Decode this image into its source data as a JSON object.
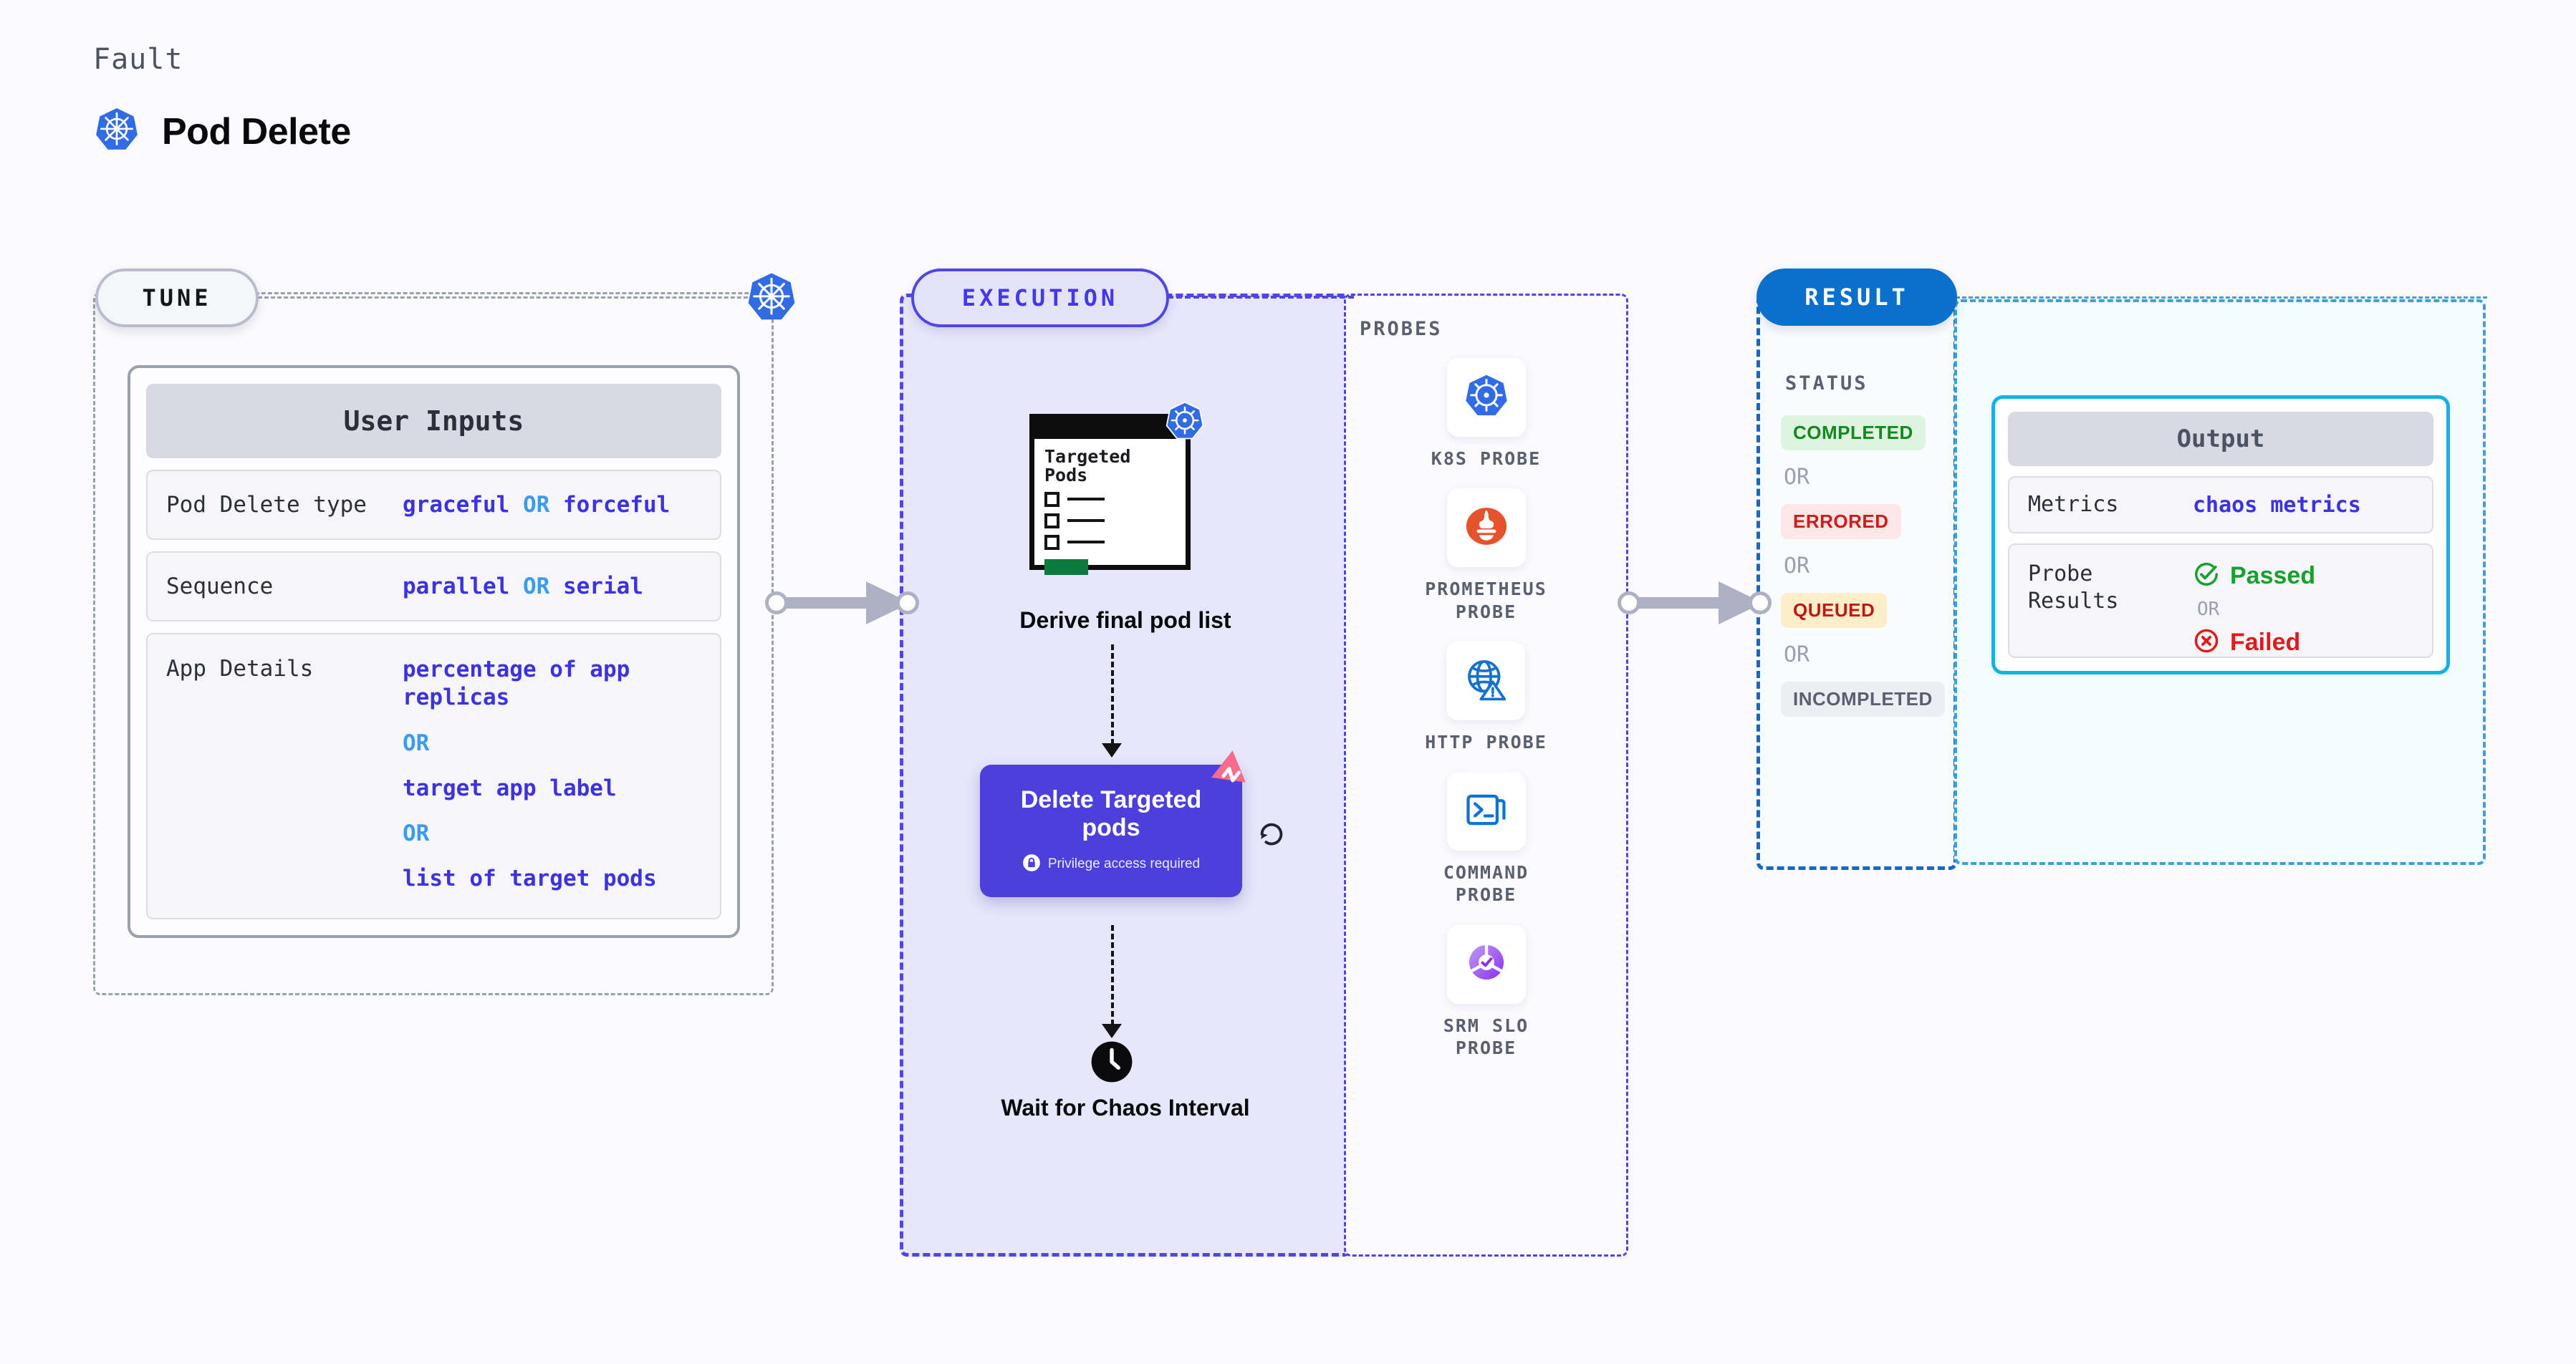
{
  "header": {
    "fault_label": "Fault",
    "fault_title": "Pod Delete",
    "icon": "kubernetes-icon"
  },
  "sections": {
    "tune": {
      "badge": "TUNE",
      "border_color": "#9aa0ae"
    },
    "execution": {
      "badge": "EXECUTION",
      "border_color": "#4f46e5",
      "fill": "#e7e6fb"
    },
    "probes": {
      "title": "PROBES",
      "border_color": "#4f46e5"
    },
    "result": {
      "badge": "RESULT",
      "badge_bg": "#0a70ce",
      "border_color": "#1668c4"
    },
    "output": {
      "border_color": "#3b9fe0",
      "fill": "#f2fbfe"
    }
  },
  "tune": {
    "card_title": "User Inputs",
    "rows": [
      {
        "key": "Pod Delete type",
        "option_a": "graceful",
        "or": "OR",
        "option_b": "forceful"
      },
      {
        "key": "Sequence",
        "option_a": "parallel",
        "or": "OR",
        "option_b": "serial"
      }
    ],
    "app_details": {
      "key": "App Details",
      "or": "OR",
      "options": [
        "percentage of app replicas",
        "target app label",
        "list of target pods"
      ]
    }
  },
  "execution": {
    "targeted_card": {
      "title": "Targeted Pods",
      "checkbox_count": 3,
      "badge_icon": "kubernetes-icon",
      "accent_bar_color": "#0b7a3f"
    },
    "derive_label": "Derive final pod list",
    "delete_node": {
      "title": "Delete Targeted pods",
      "privilege_note": "Privilege access required",
      "lock_icon": "lock-icon",
      "corner_badge_icon": "harness-icon",
      "bg": "#4c3fdd"
    },
    "loop_icon": "refresh-loop-icon",
    "wait_node": {
      "icon": "clock-icon",
      "label": "Wait for Chaos Interval"
    }
  },
  "probes": {
    "title": "PROBES",
    "items": [
      {
        "label": "K8S PROBE",
        "icon": "kubernetes-icon"
      },
      {
        "label": "PROMETHEUS PROBE",
        "icon": "prometheus-icon"
      },
      {
        "label": "HTTP PROBE",
        "icon": "globe-warning-icon"
      },
      {
        "label": "COMMAND PROBE",
        "icon": "terminal-icon"
      },
      {
        "label": "SRM SLO PROBE",
        "icon": "srm-slo-icon"
      }
    ]
  },
  "result": {
    "status_title": "STATUS",
    "or_label": "OR",
    "statuses": [
      {
        "label": "COMPLETED",
        "bg": "#dff4de",
        "color": "#11891f"
      },
      {
        "label": "ERRORED",
        "bg": "#fce6e6",
        "color": "#cc1d1d"
      },
      {
        "label": "QUEUED",
        "bg": "#fceec8",
        "color": "#c01818"
      },
      {
        "label": "INCOMPLETED",
        "bg": "#eceef4",
        "color": "#5a6070"
      }
    ]
  },
  "output": {
    "card_title": "Output",
    "metrics": {
      "key": "Metrics",
      "value": "chaos metrics"
    },
    "probe_results": {
      "key": "Probe Results",
      "passed": "Passed",
      "or": "OR",
      "failed": "Failed",
      "passed_color": "#16a12e",
      "failed_color": "#e11b1b"
    }
  }
}
